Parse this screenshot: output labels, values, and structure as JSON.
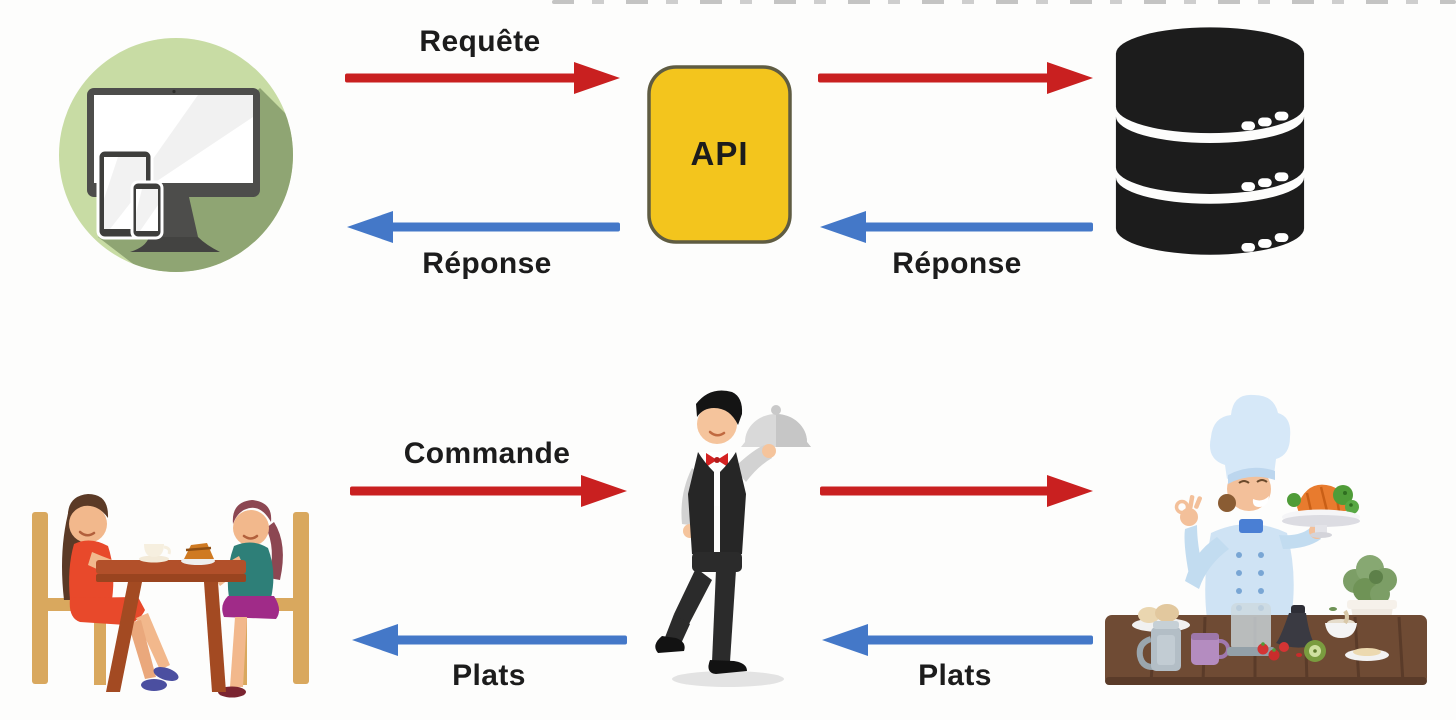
{
  "background_color": "#fdfdfc",
  "colors": {
    "request_arrow": "#c92020",
    "response_arrow": "#4478c8",
    "api_fill": "#f3c51d",
    "api_border": "#5f5c42",
    "database_icon": "#1c1c1c",
    "client_circle_light_green": "#c8dca4",
    "client_circle_shadow_green": "#8fa573"
  },
  "api_row": {
    "request_label": "Requête",
    "api_label": "API",
    "response_label_left": "Réponse",
    "response_label_right": "Réponse",
    "client_icon": "devices-circle-icon",
    "server_icon": "database-icon"
  },
  "restaurant_row": {
    "order_label": "Commande",
    "dishes_label_left": "Plats",
    "dishes_label_right": "Plats",
    "customers_icon": "customers-at-table-illustration",
    "waiter_icon": "waiter-with-cloche-illustration",
    "chef_icon": "chef-with-dish-illustration"
  }
}
